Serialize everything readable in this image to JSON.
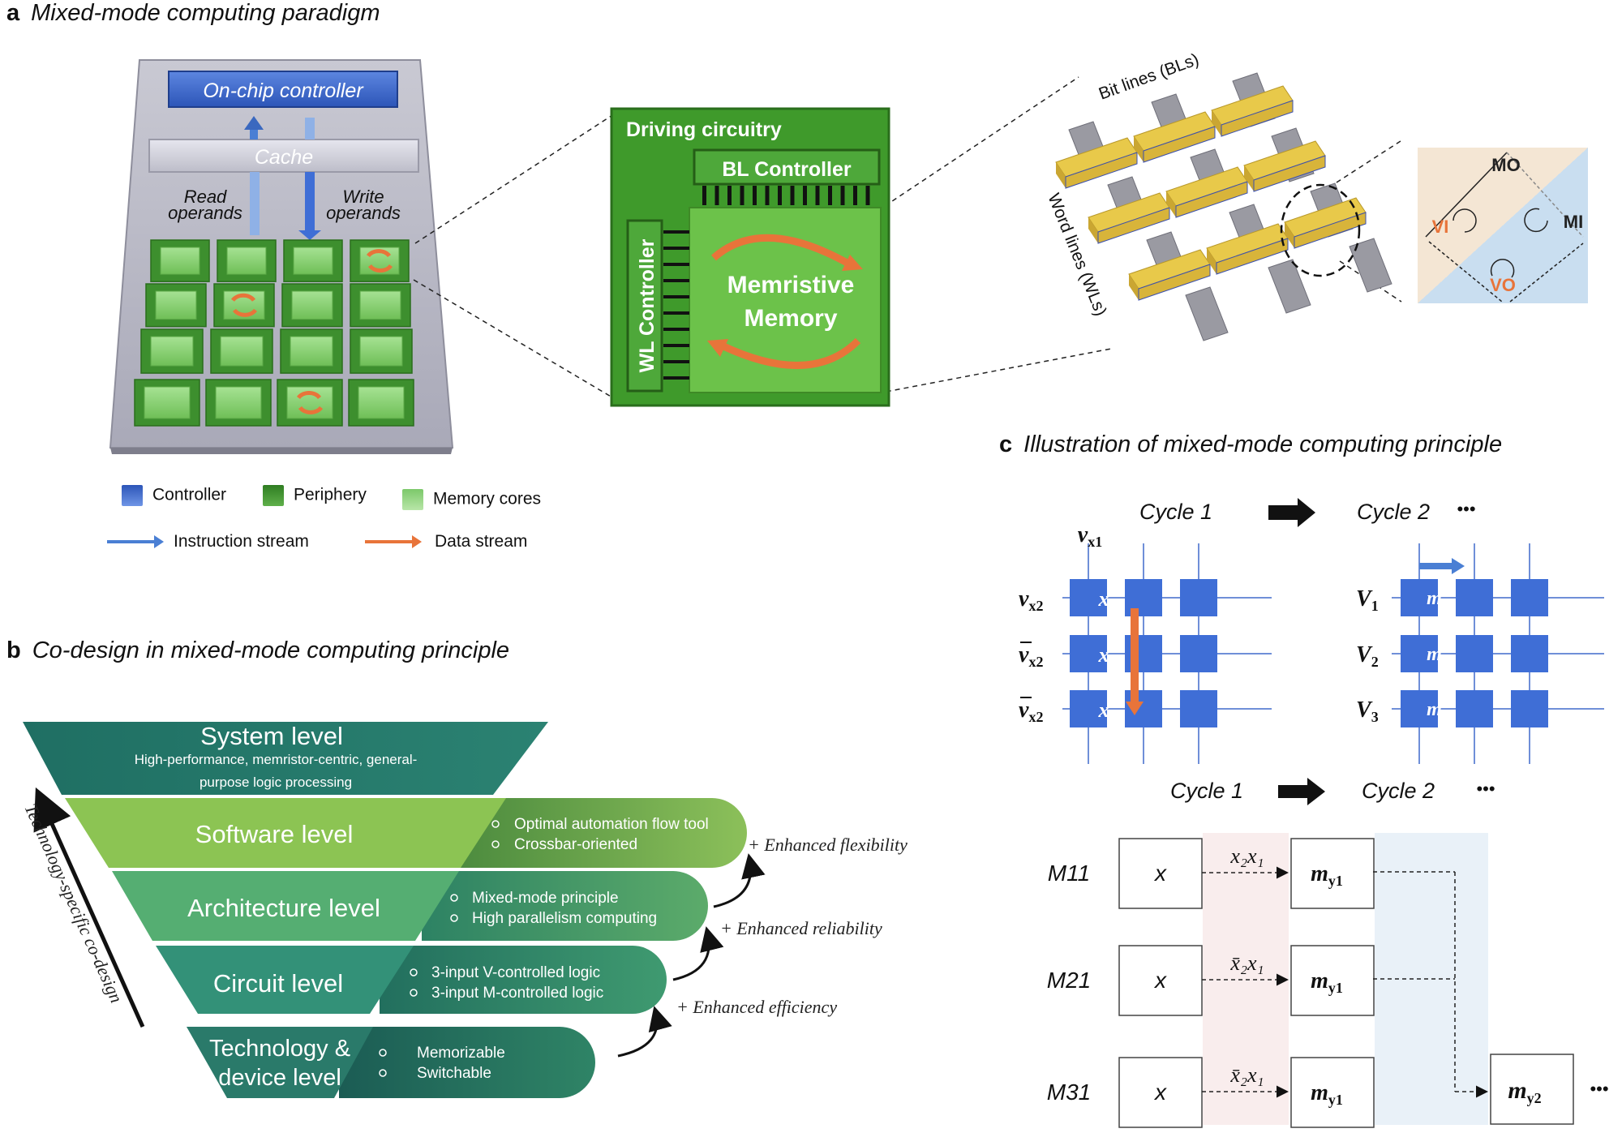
{
  "panel_a": {
    "letter": "a",
    "title": "Mixed-mode computing paradigm",
    "chip": {
      "controller_label": "On-chip controller",
      "cache_label": "Cache",
      "read_label_1": "Read",
      "read_label_2": "operands",
      "write_label_1": "Write",
      "write_label_2": "operands"
    },
    "zoom": {
      "driving_label": "Driving circuitry",
      "bl_label": "BL Controller",
      "wl_label": "WL Controller",
      "mem_label_1": "Memristive",
      "mem_label_2": "Memory"
    },
    "crossbar": {
      "bit_lines_label": "Bit lines (BLs)",
      "word_lines_label": "Word lines (WLs)"
    },
    "modes": {
      "mo": "MO",
      "mi": "MI",
      "vi": "VI",
      "vo": "VO"
    },
    "legend": {
      "controller": "Controller",
      "periphery": "Periphery",
      "memory_cores": "Memory cores",
      "instruction_stream": "Instruction stream",
      "data_stream": "Data stream"
    },
    "colors": {
      "controller": "#3f6ed6",
      "periphery": "#3d8f2e",
      "memory": "#8fd17c",
      "instruction": "#4a7fd4",
      "data": "#e8743a"
    }
  },
  "panel_b": {
    "letter": "b",
    "title": "Co-design in mixed-mode computing principle",
    "side_label": "Technology-specific co-design",
    "levels": [
      {
        "name": "System level",
        "desc_1": "High-performance, memristor-centric, general-",
        "desc_2": "purpose logic processing"
      },
      {
        "name": "Software level",
        "bullet_1": "Optimal automation flow tool",
        "bullet_2": "Crossbar-oriented",
        "gain": "+ Enhanced flexibility"
      },
      {
        "name": "Architecture level",
        "bullet_1": "Mixed-mode principle",
        "bullet_2": "High parallelism computing",
        "gain": "+ Enhanced reliability"
      },
      {
        "name": "Circuit level",
        "bullet_1": "3-input V-controlled logic",
        "bullet_2": "3-input M-controlled logic",
        "gain": "+ Enhanced efficiency"
      },
      {
        "name_1": "Technology &",
        "name_2": "device level",
        "bullet_1": "Memorizable",
        "bullet_2": "Switchable"
      }
    ]
  },
  "panel_c": {
    "letter": "c",
    "title": "Illustration of mixed-mode computing principle",
    "cycle1": "Cycle 1",
    "cycle2": "Cycle 2",
    "dots": "•••",
    "vx1": "v",
    "vx1_sub": "x1",
    "rows_left": [
      {
        "v": "v",
        "sub": "x2",
        "bar": false
      },
      {
        "v": "v",
        "sub": "x2",
        "bar": true
      },
      {
        "v": "v",
        "sub": "x2",
        "bar": true
      }
    ],
    "rows_right": [
      {
        "v": "V",
        "sub": "1"
      },
      {
        "v": "V",
        "sub": "2"
      },
      {
        "v": "V",
        "sub": "3"
      }
    ],
    "cell_x": "x",
    "cell_m": "m",
    "cell_m_sub": "y1",
    "flow_cycle1": "Cycle 1",
    "flow_cycle2": "Cycle 2",
    "flow_rows": [
      {
        "name": "M11",
        "in": "x",
        "op": "x₂x₁",
        "out": "m",
        "out_sub": "y1"
      },
      {
        "name": "M21",
        "in": "x",
        "op": "x̄₂x₁",
        "out": "m",
        "out_sub": "y1"
      },
      {
        "name": "M31",
        "in": "x",
        "op": "x̄₂x₁",
        "out": "m",
        "out_sub": "y1"
      }
    ],
    "final_out": "m",
    "final_out_sub": "y2"
  }
}
